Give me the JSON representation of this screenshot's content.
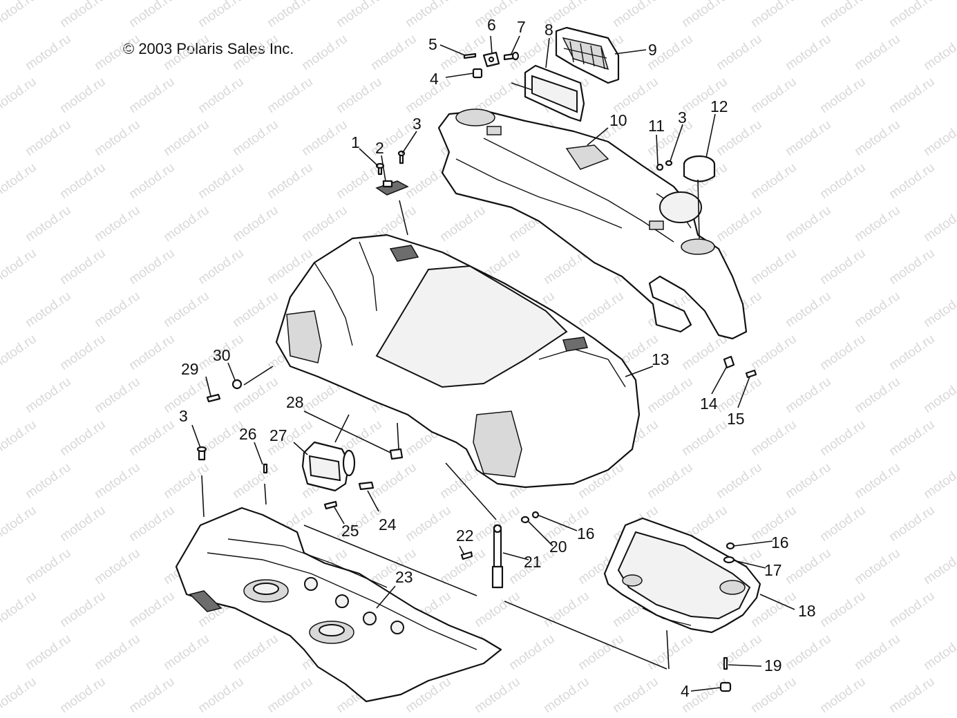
{
  "copyright": "© 2003 Polaris Sales Inc.",
  "watermark": "motod.ru",
  "callouts": [
    "1",
    "2",
    "3",
    "3",
    "3",
    "4",
    "4",
    "5",
    "6",
    "7",
    "8",
    "9",
    "10",
    "11",
    "12",
    "13",
    "14",
    "15",
    "16",
    "16",
    "17",
    "18",
    "19",
    "20",
    "21",
    "22",
    "23",
    "24",
    "25",
    "26",
    "27",
    "28",
    "29",
    "30"
  ]
}
